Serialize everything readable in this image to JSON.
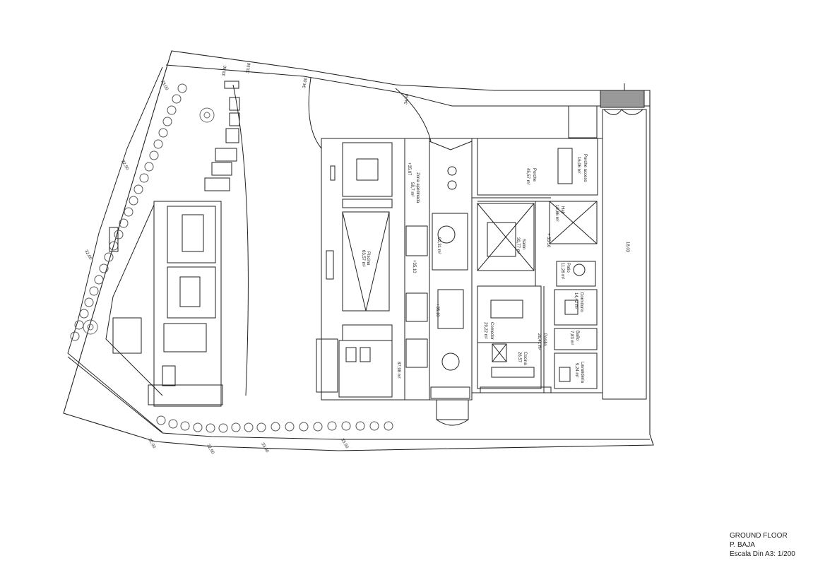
{
  "title_block": {
    "line1": "GROUND FLOOR",
    "line2": "P. BAJA",
    "line3": "Escala Din A3: 1/200"
  },
  "levels": {
    "l1": "33,40",
    "l2": "33,50",
    "l3": "34,00",
    "l4": "34,50",
    "l5": "33,00",
    "l6": "32,50",
    "l7": "32,00",
    "l8": "32,00",
    "l9": "32,50",
    "l10": "33,00",
    "l11": "33,50"
  },
  "rooms": {
    "piscina": "Piscina",
    "piscina_area": "63,57 m²",
    "zona_ajardinada": "Zona ajardinada",
    "zona_ajardinada_area": "58,7 m²",
    "zona_level": "+35,07",
    "terrace_area": "87,98 m²",
    "level_a": "+35,10",
    "level_b": "+35,10",
    "porche": "Porche",
    "porche_area": "45,57 m²",
    "porche_acceso": "Porche acceso",
    "porche_acceso_area": "16,06 m²",
    "hall": "Hall",
    "hall_area": "10,86 m²",
    "salon": "Salón",
    "salon_area": "30,77 m²",
    "interior_area": "92,31 m²",
    "level_c": "+ 35,10",
    "patio": "Patio",
    "patio_area": "11,26 m²",
    "dormitorio": "Dormitorio",
    "dormitorio_area": "14,42 m²",
    "comedor": "Comedor",
    "comedor_area": "29,22 m²",
    "pasillo": "Pasillo",
    "pasillo_area": "26,41 m²",
    "bano": "Baño",
    "bano_area": "7,83 m²",
    "cocina": "Cocina",
    "cocina_area": "26,57",
    "lavanderia": "Lavandería",
    "lavanderia_area": "9,24 m²",
    "dim_east": "18,03"
  }
}
